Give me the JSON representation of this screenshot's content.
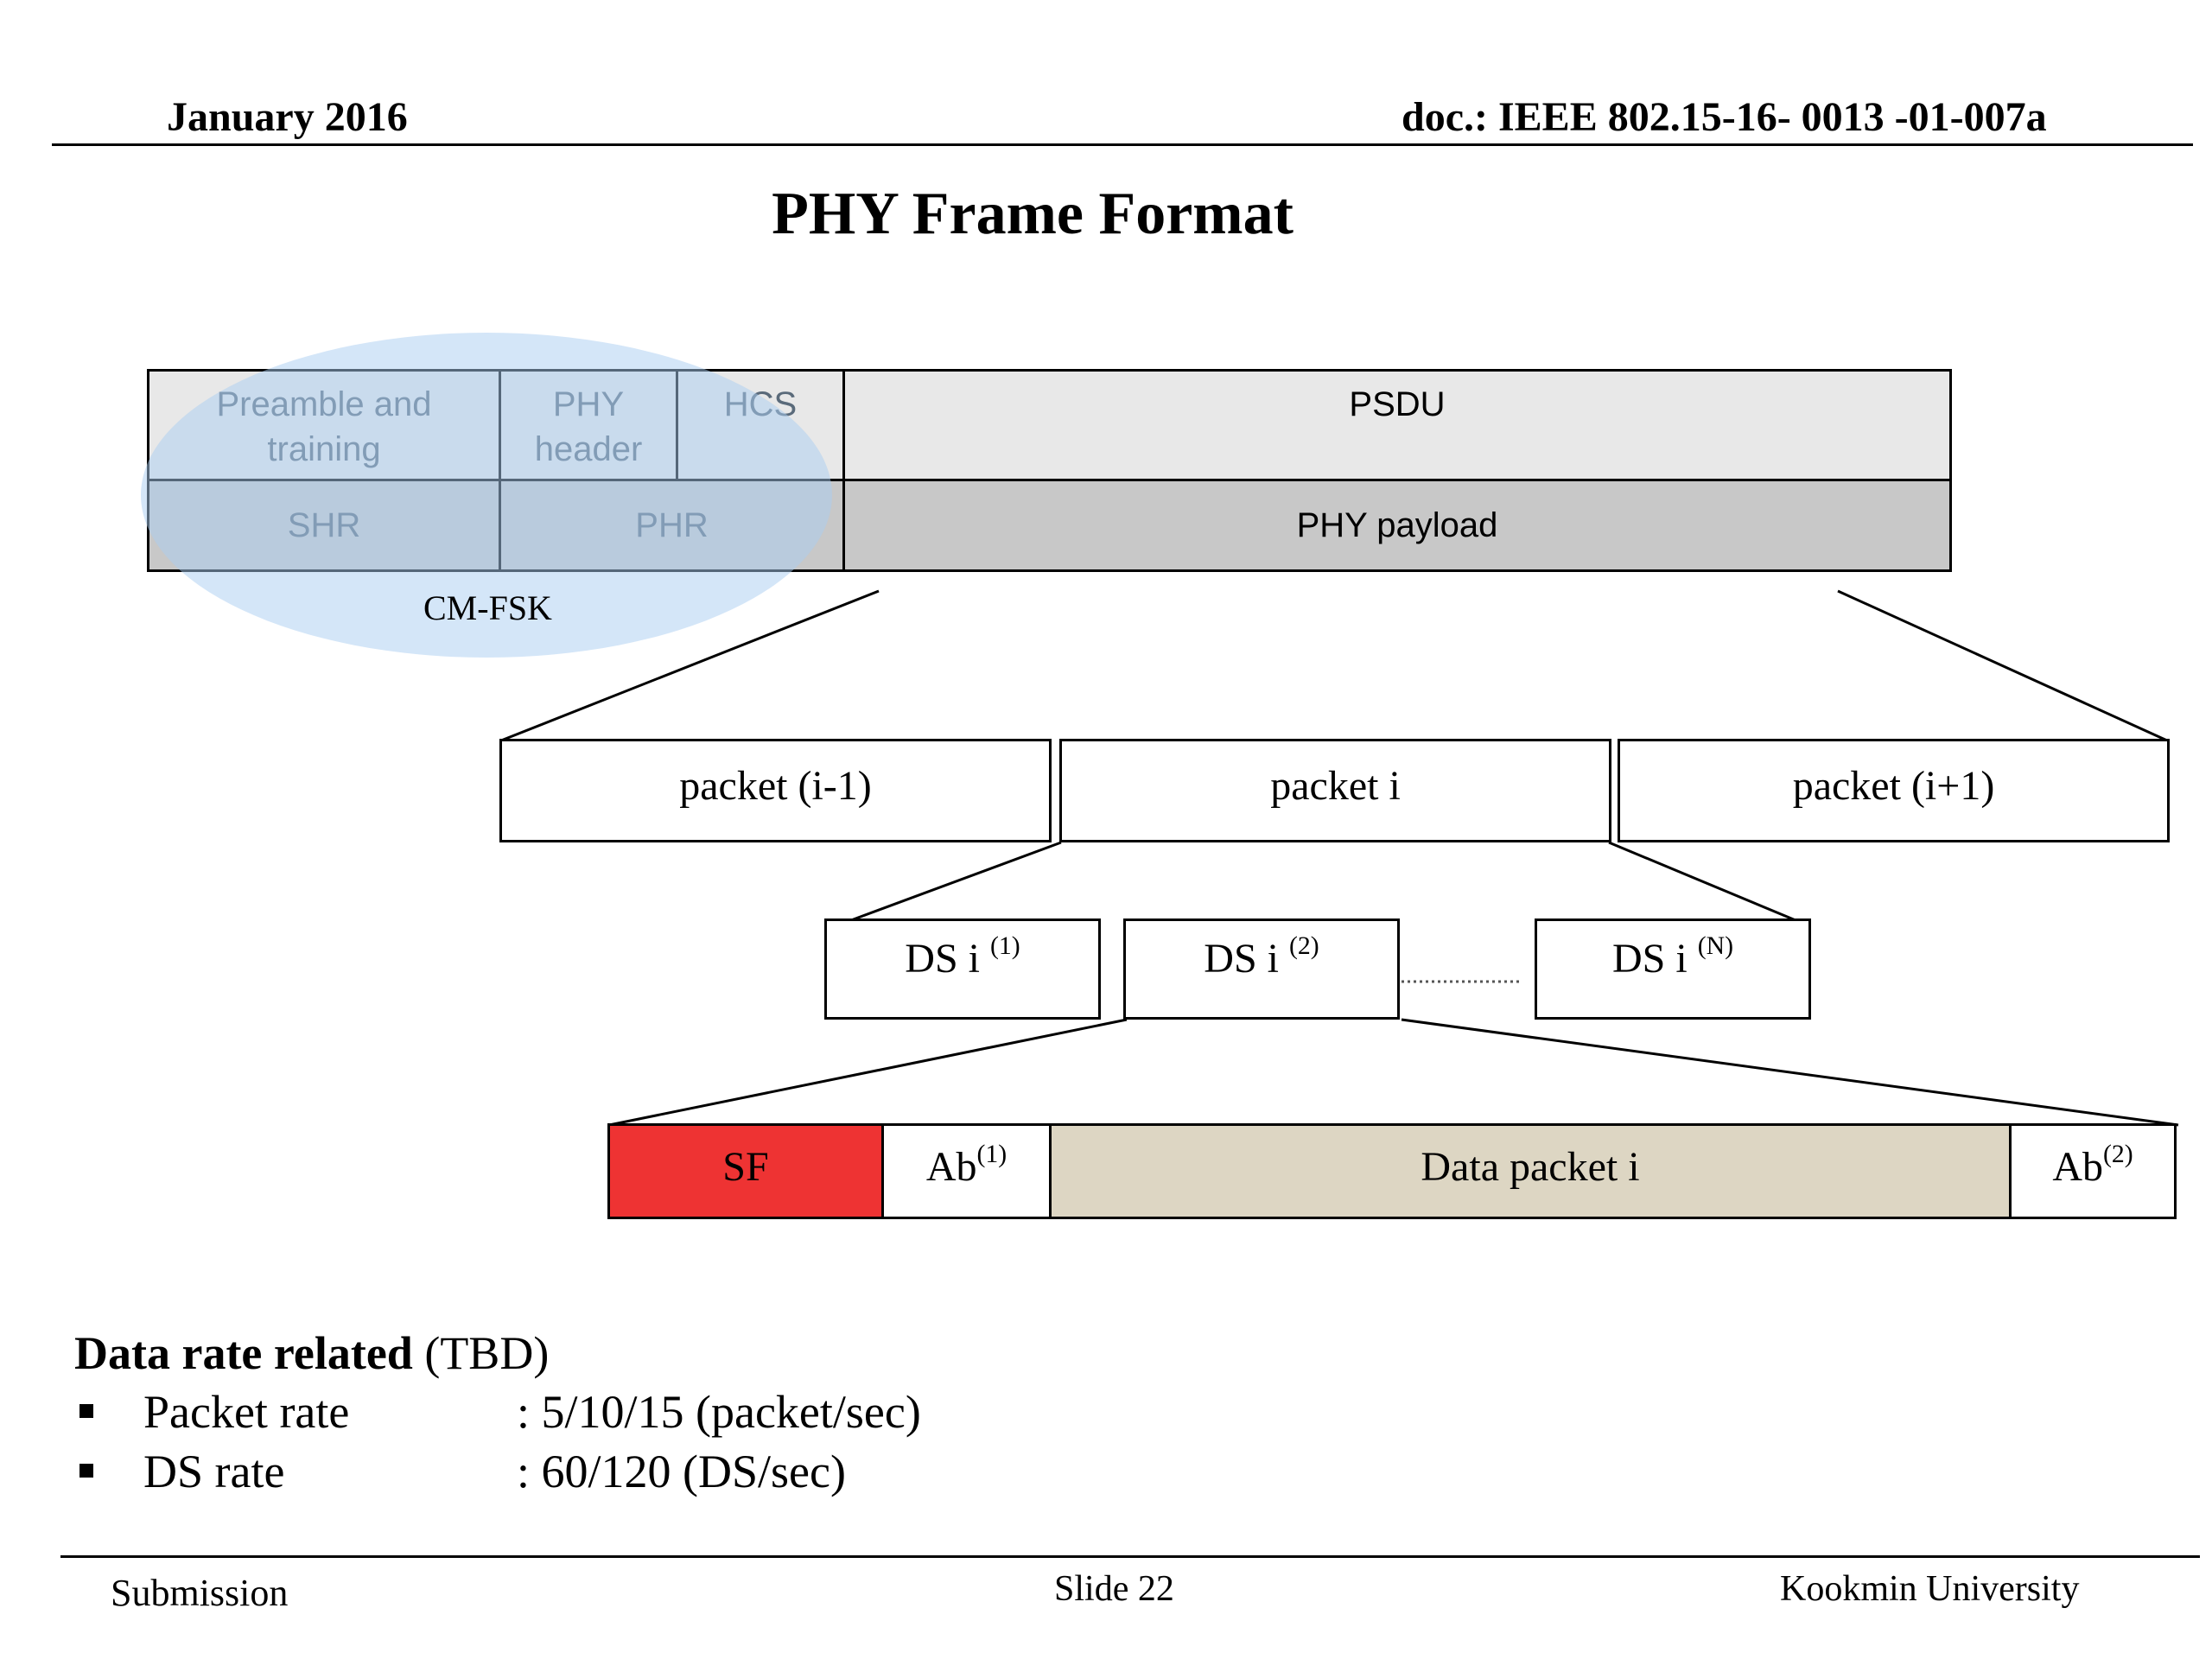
{
  "header": {
    "date": "January 2016",
    "doc": "doc.: IEEE 802.15-16- 0013 -01-007a"
  },
  "title": "PHY Frame Format",
  "frame": {
    "preamble": "Preamble and training",
    "phy_header": "PHY header",
    "hcs": "HCS",
    "psdu": "PSDU",
    "shr": "SHR",
    "phr": "PHR",
    "phy_payload": "PHY payload",
    "modulation_label": "CM-FSK"
  },
  "packets": [
    "packet (i-1)",
    "packet i",
    "packet (i+1)"
  ],
  "ds_blocks": [
    {
      "base": "DS i ",
      "sup": "(1)"
    },
    {
      "base": "DS i ",
      "sup": "(2)"
    },
    {
      "base": "DS i ",
      "sup": "(N)"
    }
  ],
  "ds_packet": {
    "sf": "SF",
    "ab1_base": "Ab",
    "ab1_sup": "(1)",
    "data": "Data packet i",
    "ab2_base": "Ab",
    "ab2_sup": "(2)"
  },
  "notes": {
    "heading_bold": "Data rate related",
    "heading_normal": " (TBD)",
    "items": [
      {
        "label": "Packet rate",
        "value": ": 5/10/15 (packet/sec)"
      },
      {
        "label": "DS rate",
        "value": ": 60/120 (DS/sec)"
      }
    ]
  },
  "footer": {
    "left": "Submission",
    "center": "Slide 22",
    "right": "Kookmin University"
  },
  "colors": {
    "sf_red": "#ee3333",
    "data_tan": "#ddd6c3",
    "highlight_blue": "#a9cdf2"
  }
}
